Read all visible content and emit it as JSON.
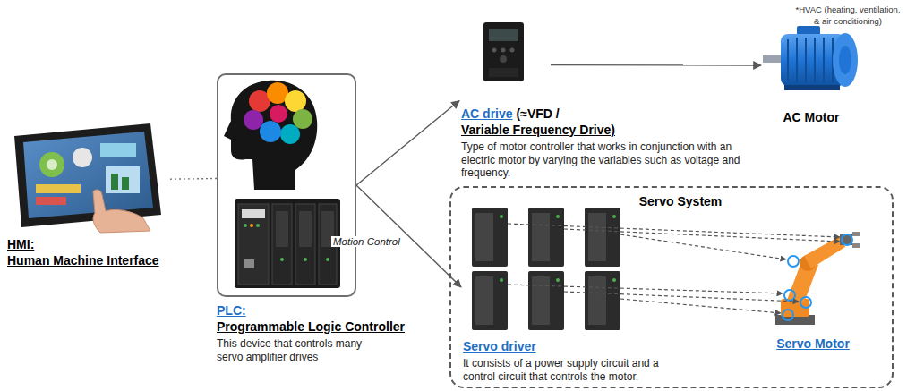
{
  "diagram": {
    "nodes": [
      {
        "text": [
          "HMI:",
          "Human Machine Interface"
        ]
      },
      {
        "text": [
          "PLC:",
          "Programmable Logic Controller",
          "This device that controls many servo amplifier drives"
        ]
      },
      {
        "text": [
          "AC drive",
          "(≈VFD /",
          "Variable Frequency Drive)",
          "Type of motor controller that works in conjunction with an electric motor by varying the variables such as voltage and frequency."
        ]
      },
      {
        "text": [
          "AC Motor"
        ]
      },
      {
        "text": [
          "Servo System"
        ]
      },
      {
        "text": [
          "Servo driver",
          "It consists of a power supply circuit and a control circuit that controls the motor."
        ],
        "in": 4
      },
      {
        "text": [
          "Servo Motor"
        ],
        "in": 4
      }
    ],
    "edges": [
      {
        "from": 0,
        "to": 1,
        "arrow": "none"
      },
      {
        "from": 1,
        "to": 2,
        "arrow": "to"
      },
      {
        "from": 1,
        "to": 5,
        "label": "Motion Control",
        "arrow": "to"
      },
      {
        "from": 2,
        "to": 3,
        "arrow": "to"
      }
    ],
    "labels": [
      "*HVAC (heating, ventilation, & air conditioning)"
    ]
  }
}
